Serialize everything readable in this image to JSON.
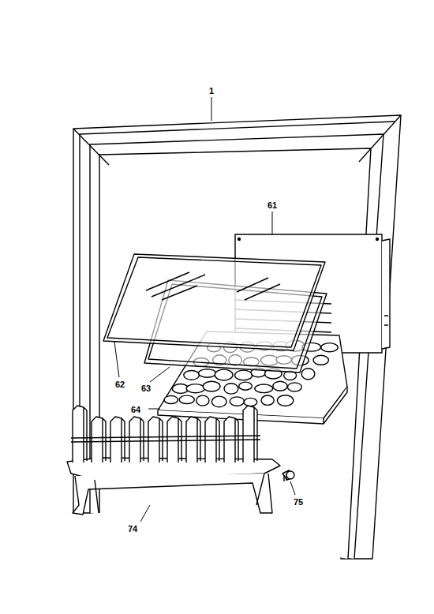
{
  "diagram": {
    "labels": [
      "1",
      "61",
      "62",
      "63",
      "64",
      "74",
      "75"
    ]
  }
}
